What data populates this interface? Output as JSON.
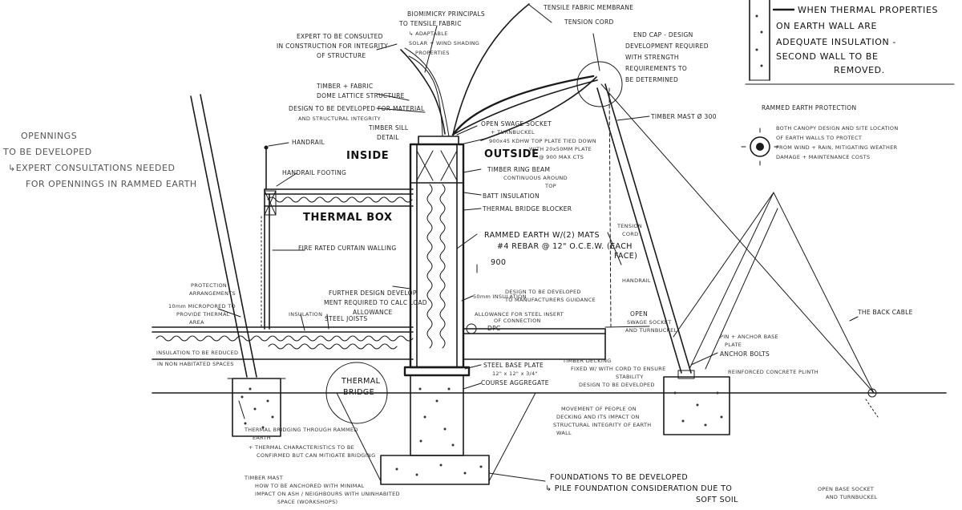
{
  "title_note": {
    "lines": [
      "WHEN THERMAL PROPERTIES",
      "ON EARTH WALL ARE",
      "ADEQUATE INSULATION -",
      "SECOND WALL TO BE",
      "REMOVED."
    ]
  },
  "labels": {
    "inside": "INSIDE",
    "outside": "OUTSIDE",
    "thermal_box": "THERMAL BOX",
    "thermal_bridge_1": "THERMAL",
    "thermal_bridge_2": "BRIDGE",
    "dim_900": "900"
  },
  "openings_note": [
    "OPENNINGS",
    "TO BE DEVELOPED",
    "↳EXPERT CONSULTATIONS NEEDED",
    "FOR OPENNINGS IN RAMMED EARTH"
  ],
  "annotations": {
    "expert": [
      "EXPERT TO BE CONSULTED",
      "IN CONSTRUCTION FOR INTEGRITY",
      "OF STRUCTURE"
    ],
    "biomimicry": [
      "BIOMIMICRY PRINCIPALS",
      "TO TENSILE FABRIC",
      "↳ ADAPTABLE",
      "SOLAR + WIND SHADING",
      "PROPERTIES"
    ],
    "tensile": "TENSILE FABRIC MEMBRANE",
    "tension_cord": "TENSION CORD",
    "end_cap": [
      "END CAP - DESIGN",
      "DEVELOPMENT REQUIRED",
      "WITH STRENGTH",
      "REQUIREMENTS TO",
      "BE DETERMINED"
    ],
    "timber_fabric": [
      "TIMBER + FABRIC",
      "DOME LATTICE STRUCTURE"
    ],
    "design_material": [
      "DESIGN TO BE DEVELOPED FOR MATERIAL",
      "AND STRUCTURAL INTEGRITY"
    ],
    "timber_sill": [
      "TIMBER SILL",
      "DETAIL"
    ],
    "open_swage": [
      "OPEN SWAGE SOCKET",
      "+ TURNBUCKEL"
    ],
    "top_plate": [
      "900x45 KDHW TOP PLATE TIED DOWN",
      "WITH 20x50MM PLATE",
      "@ 900 MAX CTS"
    ],
    "timber_mast": "TIMBER MAST Ø 300",
    "rammed_protection": "RAMMED EARTH PROTECTION",
    "canopy": [
      "BOTH CANOPY DESIGN AND SITE LOCATION",
      "OF EARTH WALLS TO PROTECT",
      "FROM WIND + RAIN, MITIGATING WEATHER",
      "DAMAGE + MAINTENANCE COSTS"
    ],
    "handrail": "HANDRAIL",
    "handrail_footing": "HANDRAIL FOOTING",
    "ring_beam": [
      "TIMBER RING BEAM",
      "CONTINUOUS AROUND",
      "TOP"
    ],
    "batt": "BATT INSULATION",
    "thermal_breaker": "THERMAL BRIDGE BLOCKER",
    "rammed_earth": [
      "RAMMED EARTH W/(2) MATS",
      "#4 REBAR @ 12\" O.C.E.W. (EACH",
      "FACE)"
    ],
    "tension_cord_2": [
      "TENSION",
      "CORD"
    ],
    "fire_rated": "FIRE RATED CURTAIN WALLING",
    "further_design": [
      "FURTHER DESIGN DEVELOP",
      "MENT REQUIRED TO CALC LOAD",
      "ALLOWANCE"
    ],
    "insulation_design": [
      "50mm INSULATION",
      "DESIGN TO BE DEVELOPED",
      "TO MANUFACTURERS GUIDANCE"
    ],
    "steel_joists": "STEEL JOISTS",
    "insulation": "INSULATION",
    "allowance": [
      "ALLOWANCE FOR STEEL INSERT",
      "OF CONNECTION"
    ],
    "dpc": "DPC",
    "open_swage_2": [
      "OPEN",
      "SWAGE SOCKET",
      "AND TURNBUCKEL"
    ],
    "back_cable": "THE BACK CABLE",
    "protection": [
      "PROTECTION",
      "ARRANGEMENTS"
    ],
    "micro_ported": [
      "10mm MICROPORED TO",
      "PROVIDE THERMAL",
      "AREA"
    ],
    "insulation_reduced": [
      "INSULATION TO BE REDUCED",
      "IN NON HABITATED SPACES"
    ],
    "steel_base": [
      "STEEL BASE PLATE",
      "12\" x 12\" x 3/4\""
    ],
    "course_aggregate": "COURSE AGGREGATE",
    "timber_decking": [
      "TIMBER DECKING",
      "FIXED W/ WITH CORD TO ENSURE",
      "STABILITY",
      "DESIGN TO BE DEVELOPED"
    ],
    "pin_anchor": [
      "PIN + ANCHOR BASE",
      "PLATE"
    ],
    "anchor_bolts": "ANCHOR BOLTS",
    "concrete_plinth": "REINFORCED CONCRETE PLINTH",
    "movement": [
      "MOVEMENT OF PEOPLE ON",
      "DECKING AND ITS IMPACT ON",
      "STRUCTURAL INTEGRITY OF EARTH",
      "WALL"
    ],
    "thermal_bridging": [
      "THERMAL BRIDGING THROUGH RAMMED",
      "EARTH",
      "+ THERMAL CHARACTERISTICS TO BE",
      "CONFIRMED BUT CAN MITIGATE BRIDGING"
    ],
    "timber_mast_note": [
      "TIMBER MAST",
      "HOW TO BE ANCHORED WITH MINIMAL",
      "IMPACT ON ASH / NEIGHBOURS WITH UNINHABITED",
      "SPACE (WORKSHOPS)"
    ],
    "foundations": [
      "FOUNDATIONS TO BE DEVELOPED",
      "↳ PILE FOUNDATION CONSIDERATION DUE TO",
      "SOFT SOIL"
    ],
    "open_base": [
      "OPEN BASE SOCKET",
      "AND TURNBUCKEL"
    ]
  }
}
